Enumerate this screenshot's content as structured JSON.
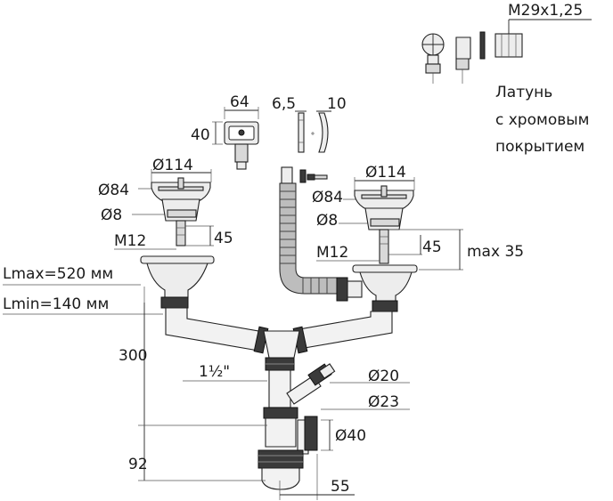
{
  "labels": {
    "m29": "M29x1,25",
    "material_line1": "Латунь",
    "material_line2": "с хромовым",
    "material_line3": "покрытием",
    "w64": "64",
    "h40": "40",
    "d65": "6,5",
    "d10": "10",
    "left_d114": "Ø114",
    "left_d84": "Ø84",
    "left_d8": "Ø8",
    "left_m12": "M12",
    "left_45": "45",
    "right_d114": "Ø114",
    "right_d84": "Ø84",
    "right_d8": "Ø8",
    "right_m12": "M12",
    "right_45": "45",
    "max35": "max 35",
    "lmax": "Lmax=520 мм",
    "lmin": "Lmin=140 мм",
    "h300": "300",
    "thread": "1½\"",
    "d20": "Ø20",
    "d23": "Ø23",
    "d40": "Ø40",
    "h92": "92",
    "w55": "55"
  }
}
